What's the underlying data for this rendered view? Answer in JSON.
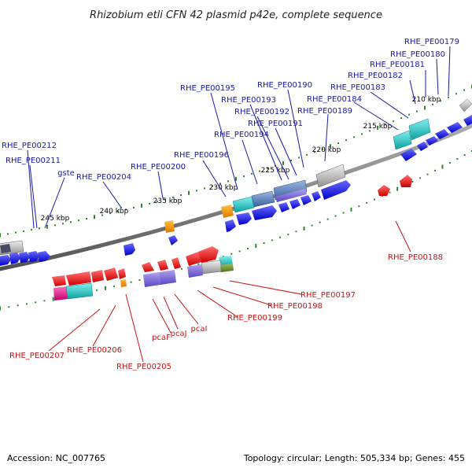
{
  "title": "Rhizobium etli CFN 42 plasmid p42e, complete sequence",
  "footer": {
    "accession": "Accession: NC_007765",
    "summary": "Topology: circular; Length: 505,334 bp; Genes: 455"
  },
  "colors": {
    "forward_label": "#1a1aa6",
    "reverse_label": "#c81414",
    "backbone": "#8c8c8c",
    "tick": "#2a8a2a",
    "forward_gene": "#1010e0",
    "reverse_gene": "#e81010"
  },
  "scale_labels": [
    "245 kbp",
    "240 kbp",
    "235 kbp",
    "230 kbp",
    "225 kbp",
    "220 kbp",
    "215 kbp",
    "210 kbp"
  ],
  "forward_labels": [
    "RHE_PE00179",
    "RHE_PE00180",
    "RHE_PE00181",
    "RHE_PE00182",
    "RHE_PE00183",
    "RHE_PE00184",
    "RHE_PE00189",
    "RHE_PE00190",
    "RHE_PE00191",
    "RHE_PE00192",
    "RHE_PE00193",
    "RHE_PE00194",
    "RHE_PE00195",
    "RHE_PE00196",
    "RHE_PE00200",
    "RHE_PE00204",
    "gste",
    "RHE_PE00211",
    "RHE_PE00212"
  ],
  "reverse_labels": [
    "RHE_PE00188",
    "RHE_PE00197",
    "RHE_PE00198",
    "RHE_PE00199",
    "pcaI",
    "pcaJ",
    "pcaF",
    "RHE_PE00205",
    "RHE_PE00206",
    "RHE_PE00207"
  ]
}
